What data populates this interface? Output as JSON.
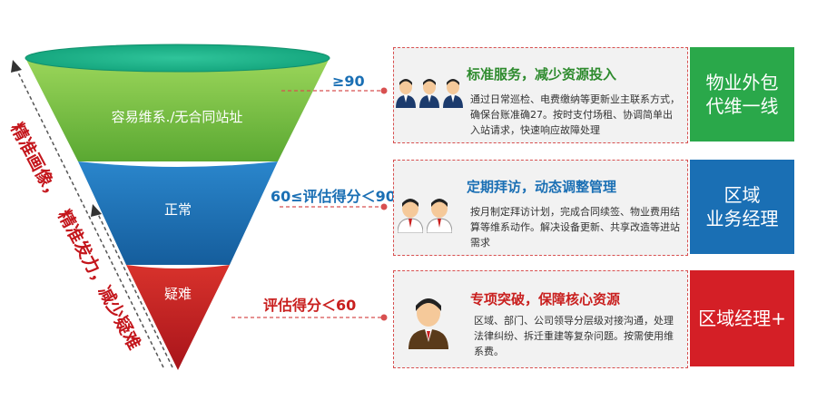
{
  "funnel": {
    "levels": [
      {
        "label": "容易维系./无合同站址",
        "color": "#7cc24a"
      },
      {
        "label": "正常",
        "color": "#1a6fb4"
      },
      {
        "label": "疑难",
        "color": "#c9201f"
      }
    ]
  },
  "side_labels": {
    "left": "精准画像，",
    "right": "精准发力，减少疑难"
  },
  "tiers": [
    {
      "score": "≥90",
      "score_color": "#1a6fb4",
      "title": "标准服务，减少资源投入",
      "title_color": "#2e8b2e",
      "desc": "通过日常巡检、电费缴纳等更新业主联系方式，确保台账准确27。按时支付场租、协调简单出入站请求，快速响应故障处理",
      "role_line1": "物业外包",
      "role_line2": "代维一线",
      "role_color": "#2aa84a",
      "avatar_count": 3
    },
    {
      "score": "60≤评估得分＜90",
      "score_color": "#1a6fb4",
      "title": "定期拜访，动态调整管理",
      "title_color": "#1a6fb4",
      "desc": "按月制定拜访计划，完成合同续签、物业费用结算等维系动作。解决设备更新、共享改造等进站需求",
      "role_line1": "区域",
      "role_line2": "业务经理",
      "role_color": "#1a6fb4",
      "avatar_count": 2
    },
    {
      "score": "评估得分＜60",
      "score_color": "#c9201f",
      "title": "专项突破，保障核心资源",
      "title_color": "#c9201f",
      "desc": "区域、部门、公司领导分层级对接沟通，处理法律纠纷、拆迁重建等复杂问题。按需使用维系费。",
      "role_line1": "区域经理+",
      "role_line2": "",
      "role_color": "#d41f26",
      "avatar_count": 1
    }
  ],
  "icons": [
    "person-icon",
    "arrow-icon"
  ]
}
